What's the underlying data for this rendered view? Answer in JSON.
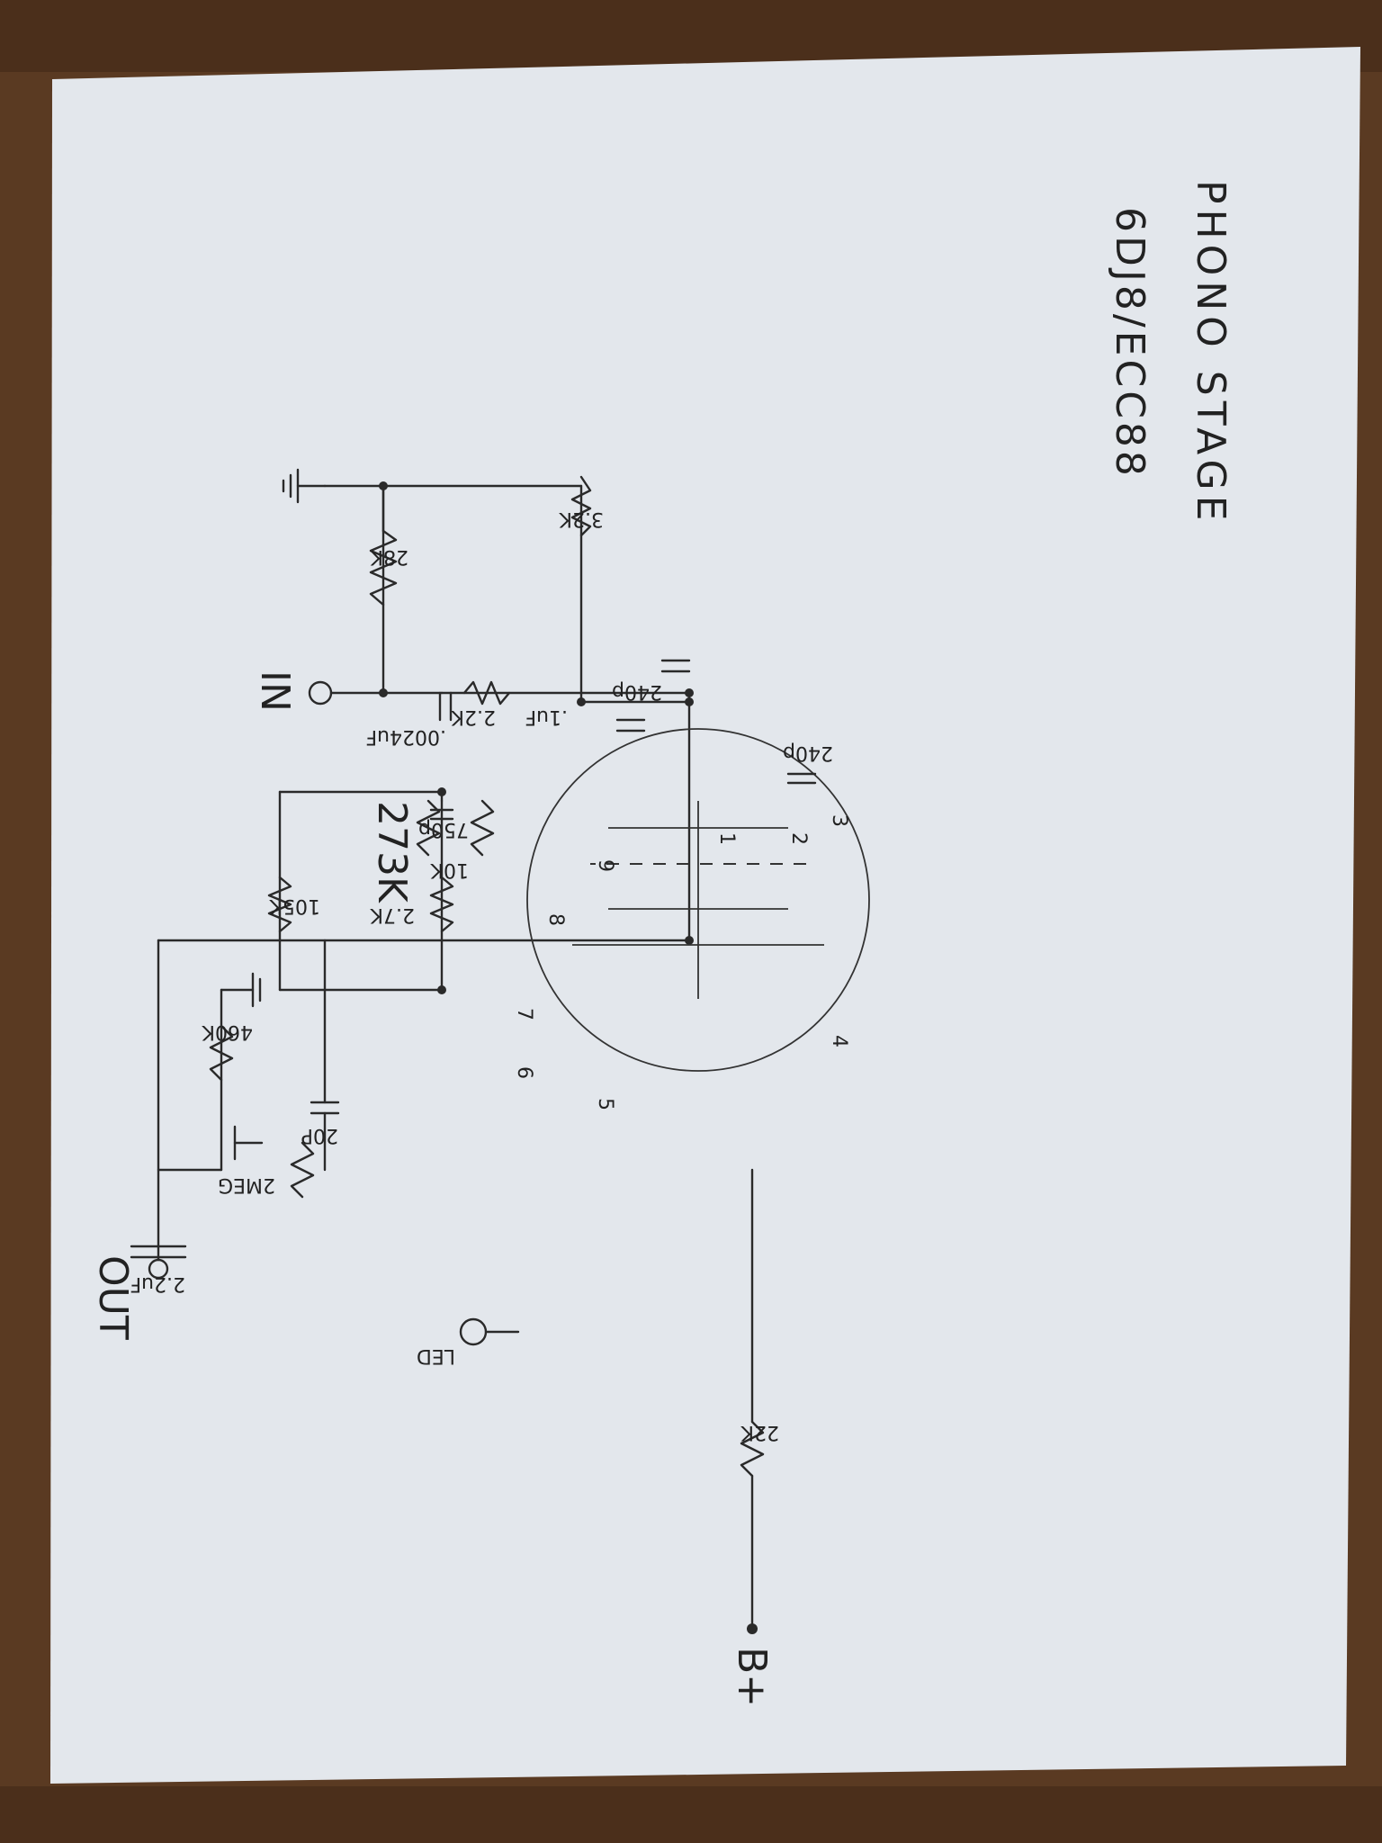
{
  "title": {
    "line1": "PHONO STAGE",
    "line2": "6DJ8/ECC88"
  },
  "terminals": {
    "input": "IN",
    "output": "OUT",
    "supply": "B+"
  },
  "components": {
    "r_28k": "28K",
    "r_3_2k": "3.2K",
    "r_2_2k": "2.2K",
    "c_240p_a": "240p",
    "c_240p_b": "240p",
    "c_0024": ".0024uF",
    "r_2_7k": "2.7K",
    "c_750p": "750p",
    "r_105k": "105K",
    "r_460k": "460K",
    "c_20p": "20P",
    "c_2_2uf": "2.2uF",
    "c_1uf": ".1uF",
    "r_273k": "273K",
    "r_10k": "10K",
    "r_2meg": "2MEG",
    "r_22k": "22K",
    "led": "LED"
  },
  "pins": [
    "1",
    "2",
    "3",
    "4",
    "5",
    "6",
    "7",
    "8",
    "9"
  ],
  "colors": {
    "paper": "#e3e7ec",
    "ink": "#2a2a2a",
    "wood": "#5a3a22"
  }
}
